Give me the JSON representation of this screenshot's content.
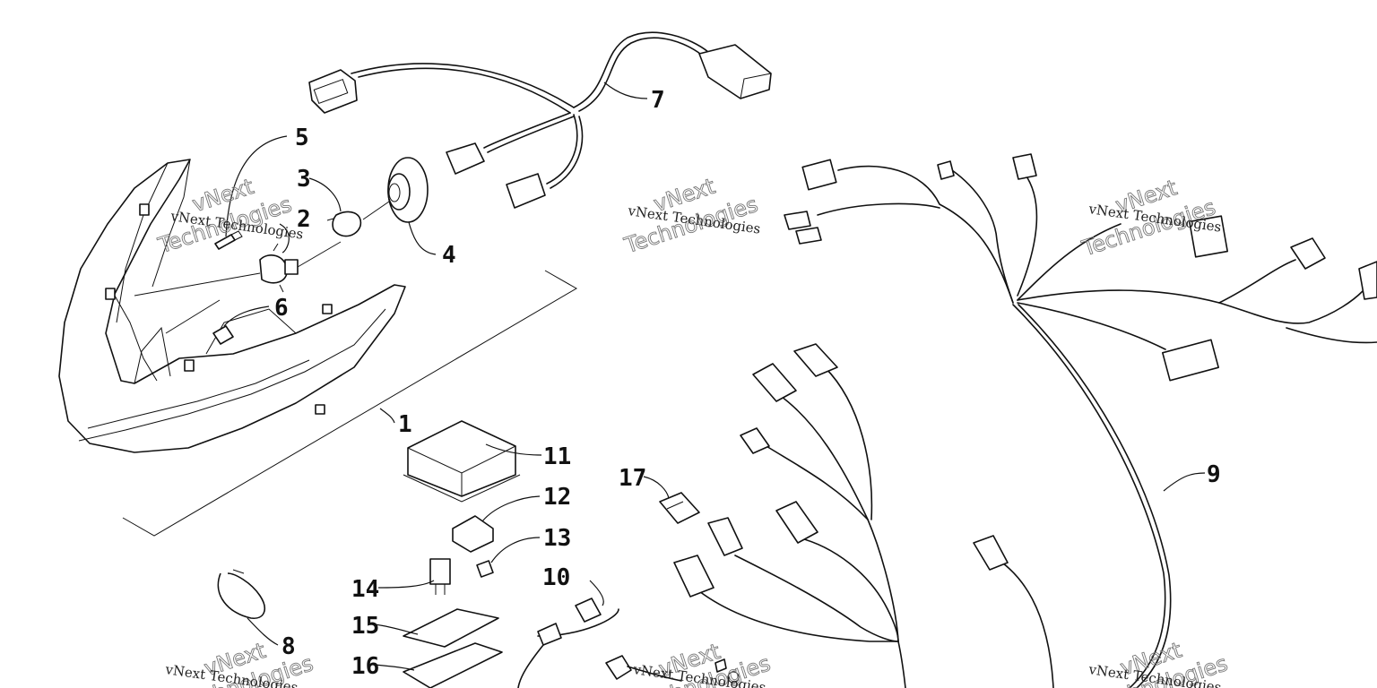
{
  "callouts": {
    "c1": "1",
    "c2": "2",
    "c3": "3",
    "c4": "4",
    "c5": "5",
    "c6": "6",
    "c7": "7",
    "c8": "8",
    "c9": "9",
    "c10": "10",
    "c11": "11",
    "c12": "12",
    "c13": "13",
    "c14": "14",
    "c15": "15",
    "c16": "16",
    "c17": "17"
  },
  "watermark": {
    "line1": "vNext",
    "line2": "Technologies",
    "caption": "vNext Technologies"
  }
}
